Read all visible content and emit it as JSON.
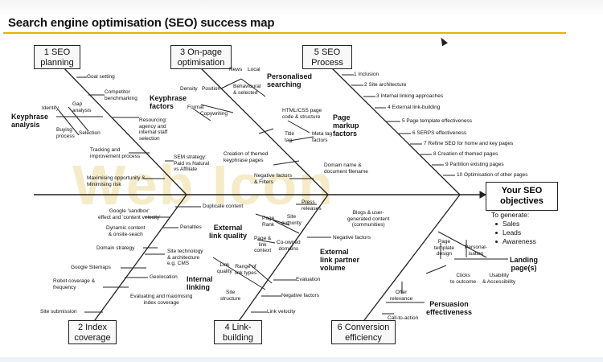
{
  "title": "Search engine optimisation (SEO) success map",
  "objective": {
    "line1": "Your SEO",
    "line2": "objectives",
    "generate": "To generate:",
    "items": [
      "Sales",
      "Leads",
      "Awareness"
    ]
  },
  "bones": {
    "planning": {
      "n": "1 SEO",
      "t": "planning"
    },
    "index": {
      "n": "2 Index",
      "t": "coverage"
    },
    "onpage": {
      "n": "3 On-page",
      "t": "optimisation"
    },
    "link": {
      "n": "4 Link-",
      "t": "building"
    },
    "process": {
      "n": "5 SEO",
      "t": "Process"
    },
    "conversion": {
      "n": "6 Conversion",
      "t": "efficiency"
    }
  },
  "planning": {
    "goal": "Goal setting",
    "competitor": "Competitor\nbenchmarking",
    "resourcing": "Resourcing:\nagency and\ninternal staff\nselection",
    "tracking": "Tracking and\nimprovement process",
    "maximising": "Maximising opportunity &\nMinimising risk",
    "sem": "SEM strategy:\nPaid vs Natural\nvs Affiliate",
    "keyphrase": "Keyphrase\nanalysis",
    "identify": "Identify",
    "gap": "Gap\nanalysis",
    "buying": "Buying\nprocess",
    "selection": "Selection"
  },
  "onpage": {
    "news": "News",
    "local": "Local",
    "personalised": "Personalised\nsearching",
    "behavioural": "Behavioural\n& selected",
    "density": "Density",
    "position": "Position",
    "keyfactors": "Keyphrase\nfactors",
    "format": "Format",
    "copywriting": "Copywriting",
    "html": "HTML/CSS page\ncode & structure",
    "markup": "Page\nmarkup\nfactors",
    "titletag": "Title\ntag",
    "meta": "Meta tag\nfactors",
    "themed": "Creation of themed\nkeyphrase pages",
    "domain": "Domain name &\ndocument filename",
    "negative": "Negative factors\n& Filters"
  },
  "process": {
    "items": [
      "1 Inclusion",
      "2 Site architecture",
      "3 Internal linking approaches",
      "4 External link-building",
      "5 Page template effectiveness",
      "6 SERPS effectiveness",
      "7 Refine SEO for home and key pages",
      "8 Creation of themed pages",
      "9 Partition existing pages",
      "10 Optimisation of other pages"
    ]
  },
  "index": {
    "duplicate": "Duplicate content",
    "sandbox": "Google 'sandbox'\neffect and 'content velocity'",
    "penalties": "Penalties",
    "dynamic": "Dynamic content\n& onsite-seach",
    "strategy": "Domain strategy",
    "sitetech": "Site technology\n& architecture\ne.g. CMS",
    "sitemaps": "Google Sitemaps",
    "geolocation": "Geolocation",
    "robot": "Robot coverage &\nfrequency",
    "evaluating": "Evaluating and maximising\nindex coverage",
    "submission": "Site submission"
  },
  "link": {
    "pagerank": "Page\nRank",
    "siteauth": "Site\nauthority",
    "press": "Press\nreleases",
    "blogs": "Blogs & user-\ngenerated content\n(communities)",
    "external": "External\nlink quality",
    "pagelink": "Page &\nlink\ncontext",
    "coowned": "Co-owned\ndomains",
    "negative": "Negative factors",
    "linkquality": "Link\nquality",
    "range": "Range of\nlink types",
    "internal": "Internal\nlinking",
    "partner": "External\nlink partner\nvolume",
    "evaluation": "Evaluation",
    "sitestructure": "Site\nstructure",
    "negfactors": "Negative factors",
    "velocity": "Link velocity"
  },
  "conversion": {
    "template": "Page\ntemplate\ndesign",
    "personal": "Personal-\nisation",
    "landing": "Landing\npage(s)",
    "clicks": "Clicks\nto outcome",
    "usability": "Usability\n& Accessibility",
    "offer": "Offer\nrelevance",
    "persuasion": "Persuasion\neffectiveness",
    "cta": "Call-to-action"
  },
  "watermark": "Web Icon",
  "colors": {
    "line": "#222222",
    "accent": "#e2b400",
    "watermark": "#f6ebc8"
  }
}
